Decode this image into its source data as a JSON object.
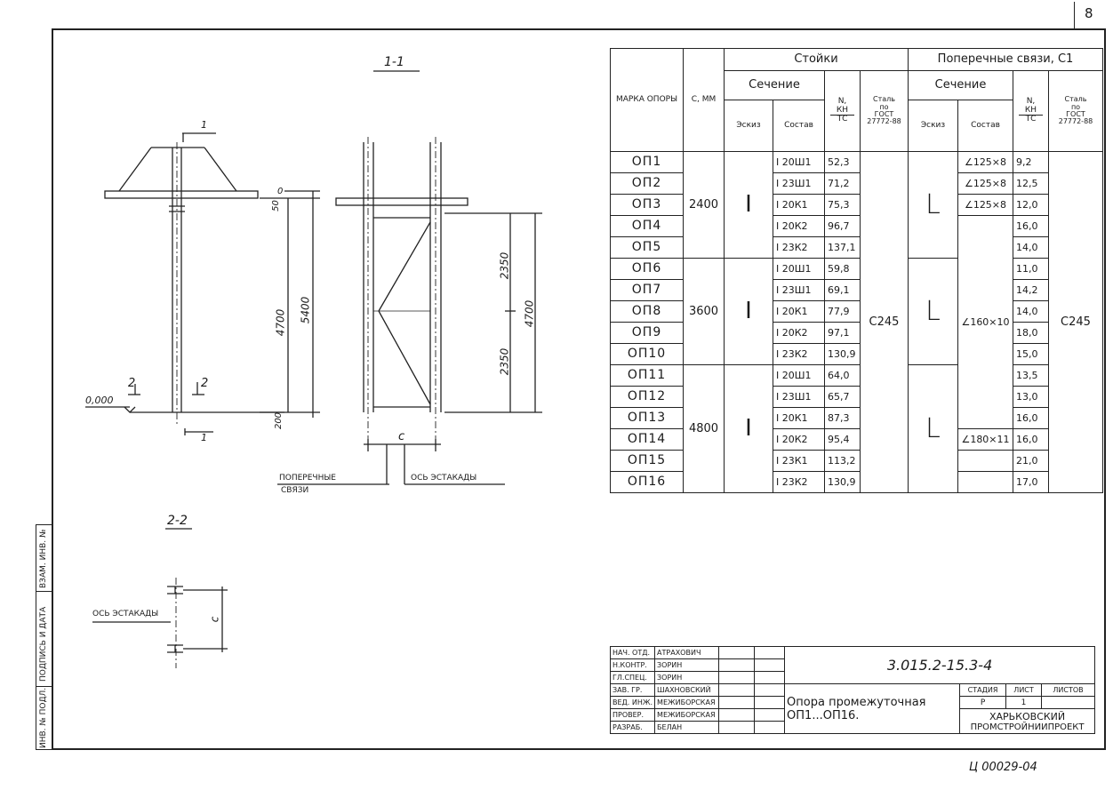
{
  "sheet_number": "8",
  "section_1": {
    "title": "1-1",
    "mark_1": "1",
    "mark_2a": "2",
    "mark_2b": "2",
    "mark_1b": "1",
    "level_zero": "0,000",
    "dim_top_offset": "0",
    "dim_top_50": "50",
    "dim_4700": "4700",
    "dim_5400": "5400",
    "dim_bottom": "200",
    "dim_2350_top": "2350",
    "dim_2350_bottom": "2350",
    "dim_4700_right": "4700",
    "dim_c": "c",
    "label_cross_braces_1": "ПОПЕРЕЧНЫЕ",
    "label_cross_braces_2": "СВЯЗИ",
    "label_axis": "ОСЬ ЭСТАКАДЫ"
  },
  "section_2": {
    "title": "2-2",
    "label_axis": "ОСЬ ЭСТАКАДЫ",
    "dim_c": "c"
  },
  "table": {
    "header": {
      "mark": "МАРКА ОПОРЫ",
      "c_mm": "C, ММ",
      "posts": "Стойки",
      "braces": "Поперечные связи, C1",
      "section": "Сечение",
      "section2": "Сечение",
      "sketch": "Эскиз",
      "composition": "Состав",
      "n_label": "N,",
      "n_unit_top": "КН",
      "n_unit_bottom": "ТС",
      "steel": "Сталь",
      "steel_po": "по",
      "steel_gost": "ГОСТ",
      "steel_num": "27772-88",
      "sketch2": "Эскиз",
      "composition2": "Состав",
      "n2_label": "N,",
      "n2_unit_top": "КН",
      "n2_unit_bottom": "ТС",
      "steel2": "Сталь",
      "steel2_po": "по",
      "steel2_gost": "ГОСТ",
      "steel2_num": "27772-88"
    },
    "c_values": [
      "2400",
      "3600",
      "4800"
    ],
    "post_section_symbol": "I",
    "brace_section_symbol": "L",
    "post_steel": "C245",
    "brace_steel": "C245",
    "brace_compositions": [
      "∠125×8",
      "∠125×8",
      "∠125×8",
      "∠160×10",
      "∠180×11"
    ],
    "rows": [
      {
        "mark": "ОП1",
        "comp": "I 20Ш1",
        "n": "52,3",
        "n2": "9,2"
      },
      {
        "mark": "ОП2",
        "comp": "I 23Ш1",
        "n": "71,2",
        "n2": "12,5"
      },
      {
        "mark": "ОП3",
        "comp": "I 20К1",
        "n": "75,3",
        "n2": "12,0"
      },
      {
        "mark": "ОП4",
        "comp": "I 20К2",
        "n": "96,7",
        "n2": "16,0"
      },
      {
        "mark": "ОП5",
        "comp": "I 23К2",
        "n": "137,1",
        "n2": "14,0"
      },
      {
        "mark": "ОП6",
        "comp": "I 20Ш1",
        "n": "59,8",
        "n2": "11,0"
      },
      {
        "mark": "ОП7",
        "comp": "I 23Ш1",
        "n": "69,1",
        "n2": "14,2"
      },
      {
        "mark": "ОП8",
        "comp": "I 20К1",
        "n": "77,9",
        "n2": "14,0"
      },
      {
        "mark": "ОП9",
        "comp": "I 20К2",
        "n": "97,1",
        "n2": "18,0"
      },
      {
        "mark": "ОП10",
        "comp": "I 23К2",
        "n": "130,9",
        "n2": "15,0"
      },
      {
        "mark": "ОП11",
        "comp": "I 20Ш1",
        "n": "64,0",
        "n2": "13,5"
      },
      {
        "mark": "ОП12",
        "comp": "I 23Ш1",
        "n": "65,7",
        "n2": "13,0"
      },
      {
        "mark": "ОП13",
        "comp": "I 20К1",
        "n": "87,3",
        "n2": "16,0"
      },
      {
        "mark": "ОП14",
        "comp": "I 20К2",
        "n": "95,4",
        "n2": "16,0"
      },
      {
        "mark": "ОП15",
        "comp": "I 23К1",
        "n": "113,2",
        "n2": "21,0"
      },
      {
        "mark": "ОП16",
        "comp": "I 23К2",
        "n": "130,9",
        "n2": "17,0"
      }
    ]
  },
  "stamp": {
    "roles": [
      "НАЧ. ОТД.",
      "Н.КОНТР.",
      "ГЛ.СПЕЦ.",
      "ЗАВ. ГР.",
      "ВЕД. ИНЖ.",
      "ПРОВЕР.",
      "РАЗРАБ."
    ],
    "names": [
      "АТРАХОВИЧ",
      "ЗОРИН",
      "ЗОРИН",
      "ШАХНОВСКИЙ",
      "МЕЖИБОРСКАЯ",
      "МЕЖИБОРСКАЯ",
      "БЕЛАН"
    ],
    "doc_code": "3.015.2-15.3-4",
    "title_1": "Опора промежуточная",
    "title_2": "ОП1...ОП16.",
    "stage_label": "СТАДИЯ",
    "sheet_label": "ЛИСТ",
    "sheets_label": "ЛИСТОВ",
    "stage": "Р",
    "sheet": "1",
    "org_1": "ХАРЬКОВСКИЙ",
    "org_2": "ПРОМСТРОЙНИИПРОЕКТ"
  },
  "side_labels": [
    "ВЗАМ. ИНВ. №",
    "ПОДПИСЬ И ДАТА",
    "ИНВ. № ПОДЛ."
  ],
  "archive_code": "Ц 00029-04"
}
